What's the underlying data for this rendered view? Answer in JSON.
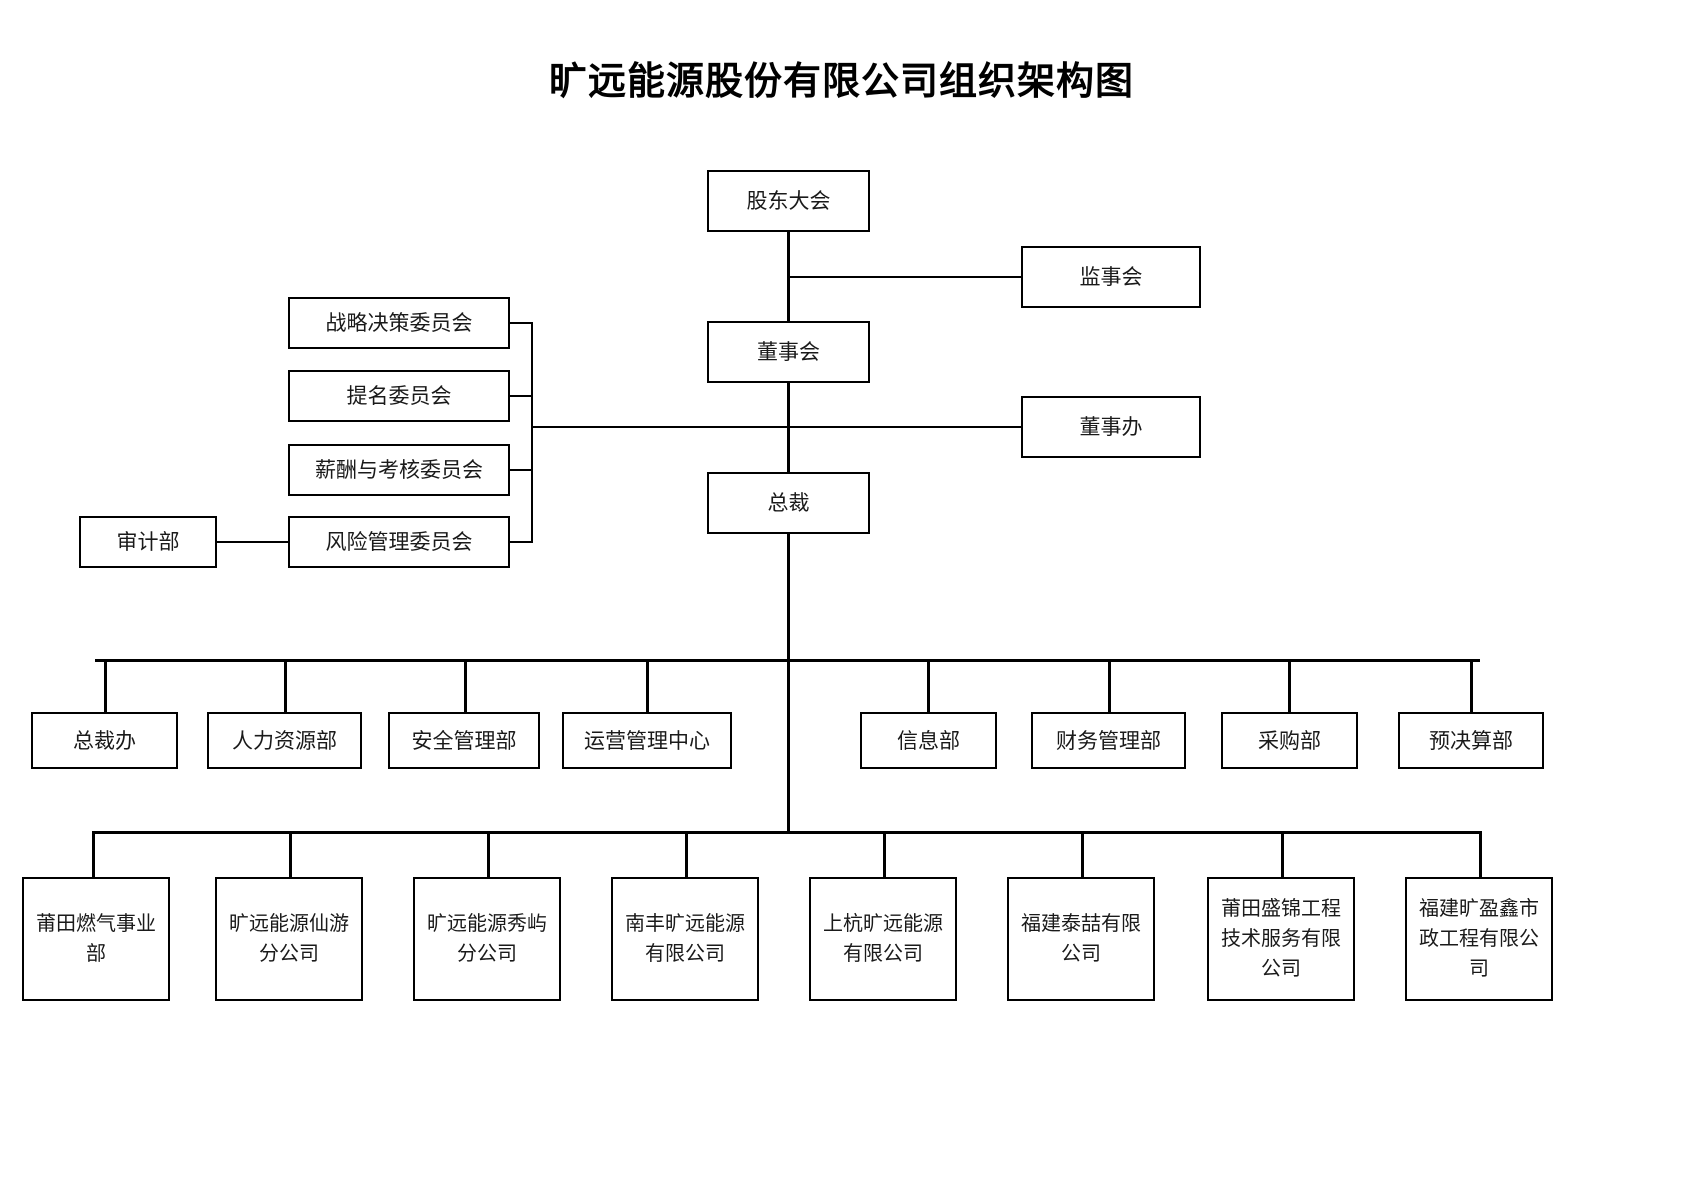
{
  "document": {
    "title": "旷远能源股份有限公司组织架构图"
  },
  "nodes": {
    "shareholders_meeting": "股东大会",
    "board_of_supervisors": "监事会",
    "board_of_directors": "董事会",
    "board_office": "董事办",
    "president": "总裁",
    "audit_department": "审计部"
  },
  "committees": [
    {
      "id": "strategy",
      "label": "战略决策委员会"
    },
    {
      "id": "nomination",
      "label": "提名委员会"
    },
    {
      "id": "remuneration",
      "label": "薪酬与考核委员会"
    },
    {
      "id": "risk",
      "label": "风险管理委员会"
    }
  ],
  "departments": [
    {
      "id": "president-office",
      "label": "总裁办"
    },
    {
      "id": "human-resources",
      "label": "人力资源部"
    },
    {
      "id": "safety-management",
      "label": "安全管理部"
    },
    {
      "id": "operation-management-center",
      "label": "运营管理中心"
    },
    {
      "id": "information",
      "label": "信息部"
    },
    {
      "id": "finance-management",
      "label": "财务管理部"
    },
    {
      "id": "procurement",
      "label": "采购部"
    },
    {
      "id": "budget-final-accounts",
      "label": "预决算部"
    }
  ],
  "subsidiaries": [
    {
      "id": "putian-gas",
      "label": "莆田燃气事业部"
    },
    {
      "id": "xianyou-branch",
      "label": "旷远能源仙游分公司"
    },
    {
      "id": "xiuyu-branch",
      "label": "旷远能源秀屿分公司"
    },
    {
      "id": "nanfeng",
      "label": "南丰旷远能源有限公司"
    },
    {
      "id": "shanghang",
      "label": "上杭旷远能源有限公司"
    },
    {
      "id": "fujian-taizhe",
      "label": "福建泰喆有限公司"
    },
    {
      "id": "putian-shengjin",
      "label": "莆田盛锦工程技术服务有限公司"
    },
    {
      "id": "fujian-kuangyingxin",
      "label": "福建旷盈鑫市政工程有限公司"
    }
  ],
  "colors": {
    "border": "#000000",
    "background": "#ffffff",
    "text": "#1a1a1a"
  }
}
